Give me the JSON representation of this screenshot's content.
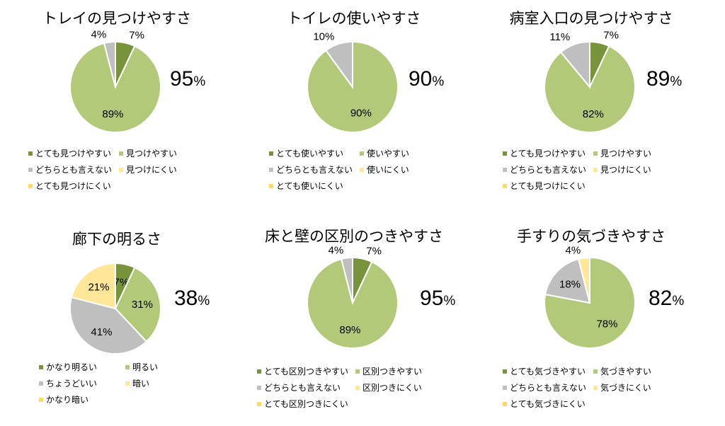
{
  "colors": [
    "#77933C",
    "#B3C97A",
    "#BFBFBF",
    "#FFE699",
    "#FFD966"
  ],
  "chart_data": [
    {
      "type": "pie",
      "title": "トレイの見つけやすさ",
      "summary": "95",
      "unit": "%",
      "categories": [
        "とても見つけやすい",
        "見つけやすい",
        "どちらとも言えない",
        "見つけにくい",
        "とても見つけにくい"
      ],
      "values": [
        7,
        89,
        4,
        0,
        0
      ]
    },
    {
      "type": "pie",
      "title": "トイレの使いやすさ",
      "summary": "90",
      "unit": "%",
      "categories": [
        "とても使いやすい",
        "使いやすい",
        "どちらとも言えない",
        "使いにくい",
        "とても使いにくい"
      ],
      "values": [
        0,
        90,
        10,
        0,
        0
      ]
    },
    {
      "type": "pie",
      "title": "病室入口の見つけやすさ",
      "summary": "89",
      "unit": "%",
      "categories": [
        "とても見つけやすい",
        "見つけやすい",
        "どちらとも言えない",
        "見つけにくい",
        "とても見つけにくい"
      ],
      "values": [
        7,
        82,
        11,
        0,
        0
      ]
    },
    {
      "type": "pie",
      "title": "廊下の明るさ",
      "summary": "38",
      "unit": "%",
      "categories": [
        "かなり明るい",
        "明るい",
        "ちょうどいい",
        "暗い",
        "かなり暗い"
      ],
      "values": [
        7,
        31,
        41,
        21,
        0
      ]
    },
    {
      "type": "pie",
      "title": "床と壁の区別のつきやすさ",
      "summary": "95",
      "unit": "%",
      "categories": [
        "とても区別つきやすい",
        "区別つきやすい",
        "どちらとも言えない",
        "区別つきにくい",
        "とても区別つきにくい"
      ],
      "values": [
        7,
        89,
        4,
        0,
        0
      ]
    },
    {
      "type": "pie",
      "title": "手すりの気づきやすさ",
      "summary": "82",
      "unit": "%",
      "categories": [
        "とても気づきやすい",
        "気づきやすい",
        "どちらとも言えない",
        "気づきにくい",
        "とても気づきにくい"
      ],
      "values": [
        0,
        78,
        18,
        4,
        0
      ]
    }
  ]
}
